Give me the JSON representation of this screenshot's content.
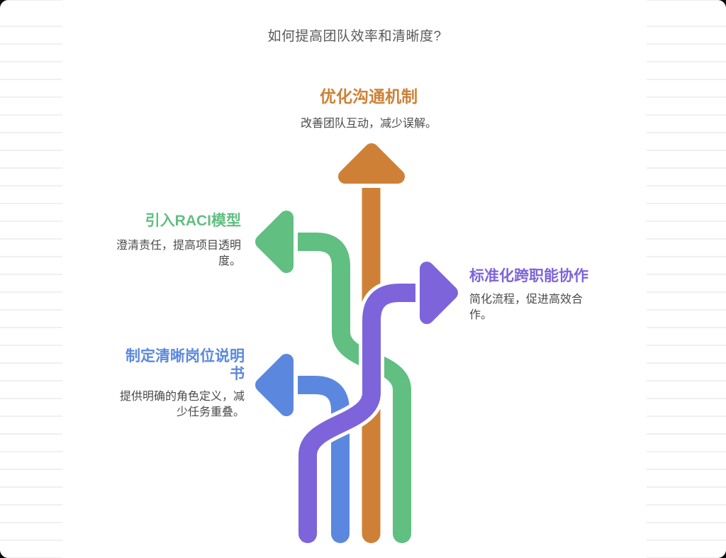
{
  "page": {
    "title": "如何提高团队效率和清晰度?"
  },
  "diagram": {
    "type": "branching-arrows",
    "branches": [
      {
        "id": "optimize-communication",
        "heading": "优化沟通机制",
        "description": "改善团队互动，减少误解。",
        "color": "#ce8136",
        "direction": "up"
      },
      {
        "id": "raci-model",
        "heading": "引入RACI模型",
        "description": "澄清责任，提高项目透明度。",
        "color": "#60bf81",
        "direction": "left"
      },
      {
        "id": "cross-functional-collaboration",
        "heading": "标准化跨职能协作",
        "description": "简化流程，促进高效合作。",
        "color": "#7d64da",
        "direction": "right"
      },
      {
        "id": "job-descriptions",
        "heading": "制定清晰岗位说明书",
        "description": "提供明确的角色定义，减少任务重叠。",
        "color": "#5b88de",
        "direction": "left"
      }
    ],
    "text_colors": {
      "title": "#595959",
      "body": "#4a4a4a"
    }
  }
}
